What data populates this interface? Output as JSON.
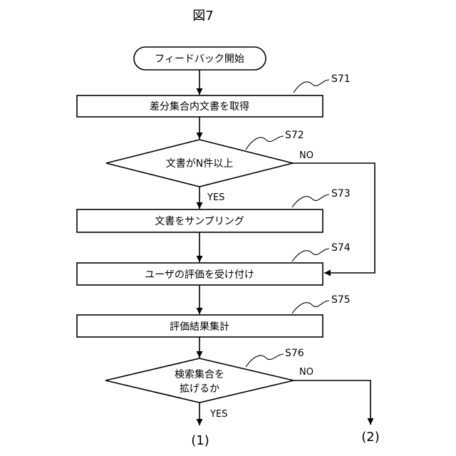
{
  "figure_title": "図7",
  "start": {
    "label": "フィードバック開始"
  },
  "steps": [
    {
      "id": "S71",
      "label": "差分集合内文書を取得"
    },
    {
      "id": "S72",
      "lines": [
        "文書がN件以上"
      ],
      "yes": "YES",
      "no": "NO"
    },
    {
      "id": "S73",
      "label": "文書をサンプリング"
    },
    {
      "id": "S74",
      "label": "ユーザの評価を受け付け"
    },
    {
      "id": "S75",
      "label": "評価結果集計"
    },
    {
      "id": "S76",
      "lines": [
        "検索集合を",
        "拡げるか"
      ],
      "yes": "YES",
      "no": "NO"
    }
  ],
  "connectors": {
    "yes_out": "(1)",
    "no_out": "(2)"
  }
}
